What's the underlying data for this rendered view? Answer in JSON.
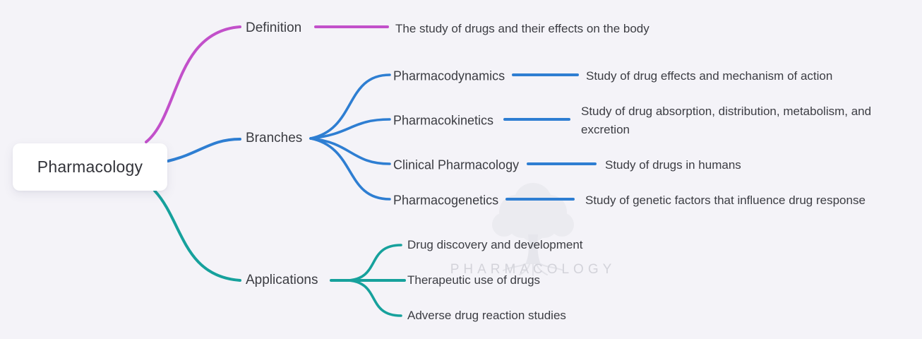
{
  "page": {
    "background": "#f4f3f8"
  },
  "colors": {
    "definition": "#c250ca",
    "branches": "#2e7ed2",
    "applications": "#16a19c",
    "label_text": "#3b3c42"
  },
  "root": {
    "label": "Pharmacology"
  },
  "definition": {
    "label": "Definition",
    "description": "The study of drugs and their effects on the body"
  },
  "branches": {
    "label": "Branches",
    "children": [
      {
        "label": "Pharmacodynamics",
        "description": "Study of drug effects and mechanism of action"
      },
      {
        "label": "Pharmacokinetics",
        "description": "Study of drug absorption, distribution, metabolism, and\nexcretion"
      },
      {
        "label": "Clinical Pharmacology",
        "description": "Study of drugs in humans"
      },
      {
        "label": "Pharmacogenetics",
        "description": "Study of genetic factors that influence drug response"
      }
    ]
  },
  "applications": {
    "label": "Applications",
    "children": [
      {
        "label": "Drug discovery and development"
      },
      {
        "label": "Therapeutic use of drugs"
      },
      {
        "label": "Adverse drug reaction studies"
      }
    ]
  },
  "watermark": {
    "brand": "PHARMACOLOGY",
    "icon": "tree-logo"
  }
}
